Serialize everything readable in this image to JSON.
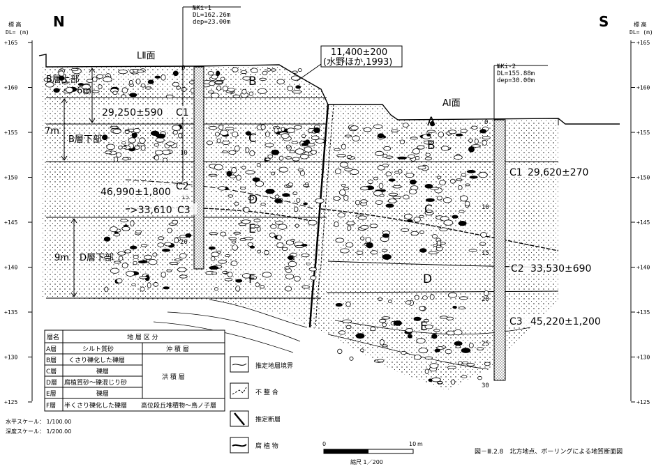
{
  "compass": {
    "north": "N",
    "south": "S"
  },
  "axis": {
    "header_kanji": "標 高",
    "header_unit": "DL= (m)",
    "ticks": [
      "+165",
      "+160",
      "+155",
      "+150",
      "+145",
      "+140",
      "+135",
      "+130",
      "+125"
    ],
    "tick_values": [
      165,
      160,
      155,
      150,
      145,
      140,
      135,
      130,
      125
    ]
  },
  "surfaces": {
    "l2": "LⅡ面",
    "a1": "AⅠ面"
  },
  "thickness": [
    {
      "layer": "B層上部",
      "height": "6m"
    },
    {
      "layer": "B層下部",
      "height": "7m"
    },
    {
      "layer": "D層下部",
      "height": "9m"
    }
  ],
  "boreholes": [
    {
      "name": "№Ki-1",
      "dl": "DL=162.26m",
      "dep": "dep=23.00m",
      "depths": [
        "0",
        "5",
        "10",
        "15",
        "20"
      ]
    },
    {
      "name": "№Ki-2",
      "dl": "DL=155.88m",
      "dep": "dep=30.00m",
      "depths": [
        "0",
        "10",
        "15",
        "20",
        "25",
        "30"
      ]
    }
  ],
  "layer_letters": {
    "left": [
      "B",
      "C",
      "D",
      "E",
      "F"
    ],
    "right": [
      "A",
      "B",
      "C",
      "D",
      "E"
    ]
  },
  "fault_date": {
    "age": "11,400±200",
    "ref": "(水野ほか,1993)"
  },
  "radiocarbon": [
    {
      "age": "29,250±590",
      "code": "C1"
    },
    {
      "age": "46,990±1,800",
      "code": "C2"
    },
    {
      "age": ">33,610",
      "code": "C3"
    },
    {
      "age": "29,620±270",
      "code": "C1"
    },
    {
      "age": "33,530±690",
      "code": "C2"
    },
    {
      "age": "45,220±1,200",
      "code": "C3"
    }
  ],
  "strat_table": {
    "headers": [
      "層名",
      "地 層 区 分"
    ],
    "rows": [
      {
        "code": "A層",
        "desc": "シルト質砂",
        "group": "沖 積 層"
      },
      {
        "code": "B層",
        "desc": "くさり礫化した礫層",
        "group": ""
      },
      {
        "code": "C層",
        "desc": "礫層",
        "group": "洪 積 層"
      },
      {
        "code": "D層",
        "desc": "腐植質砂～礫混じり砂",
        "group": ""
      },
      {
        "code": "E層",
        "desc": "礫層",
        "group": ""
      },
      {
        "code": "F層",
        "desc": "半くさり礫化した礫層",
        "group": "高位段丘堆積物～鳥ノ子層"
      }
    ]
  },
  "legend": [
    {
      "label": "推定地層境界"
    },
    {
      "label": "不 整 合"
    },
    {
      "label": "推定断層"
    },
    {
      "label": "腐 植 物"
    }
  ],
  "scales": {
    "horizontal": "水平スケール： 1/100.00",
    "vertical": "深度スケール： 1/200.00"
  },
  "scalebar": {
    "zero": "0",
    "ten": "10",
    "unit": "m",
    "caption": "縮尺 1／200"
  },
  "caption": "図－Ⅲ.2.8　北方地点、ボーリングによる地質断面図"
}
